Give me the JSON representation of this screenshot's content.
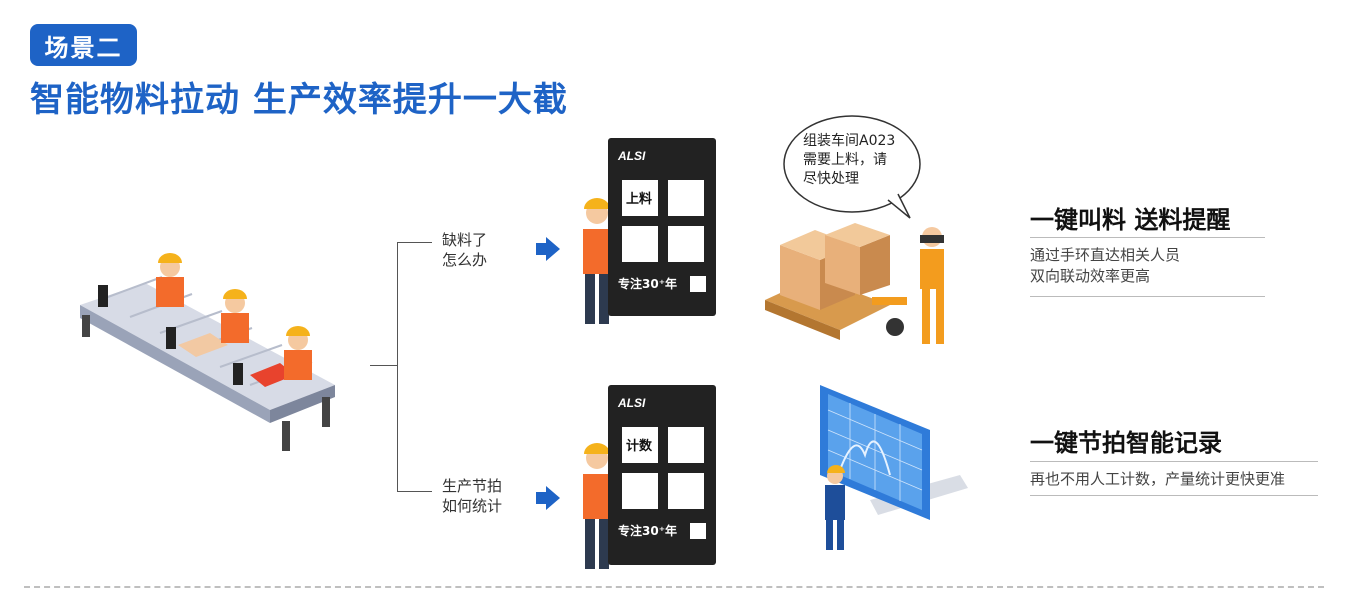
{
  "scene_tag": "场景二",
  "headline": "智能物料拉动  生产效率提升一大截",
  "branch1": {
    "question_line1": "缺料了",
    "question_line2": "怎么办",
    "panel_key": "上料",
    "panel_slogan": "专注30⁺年",
    "speech_line1": "组装车间A023",
    "speech_line2": "需要上料，请",
    "speech_line3": "尽快处理",
    "feature_title": "一键叫料 送料提醒",
    "feature_desc_line1": "通过手环直达相关人员",
    "feature_desc_line2": "双向联动效率更高"
  },
  "branch2": {
    "question_line1": "生产节拍",
    "question_line2": "如何统计",
    "panel_key": "计数",
    "panel_slogan": "专注30⁺年",
    "feature_title": "一键节拍智能记录",
    "feature_desc": "再也不用人工计数，产量统计更快更准"
  },
  "brand_logo": "ALSI",
  "colors": {
    "accent": "#1e63c6",
    "worker_vest": "#f36b2b",
    "helmet": "#f5b21b"
  }
}
